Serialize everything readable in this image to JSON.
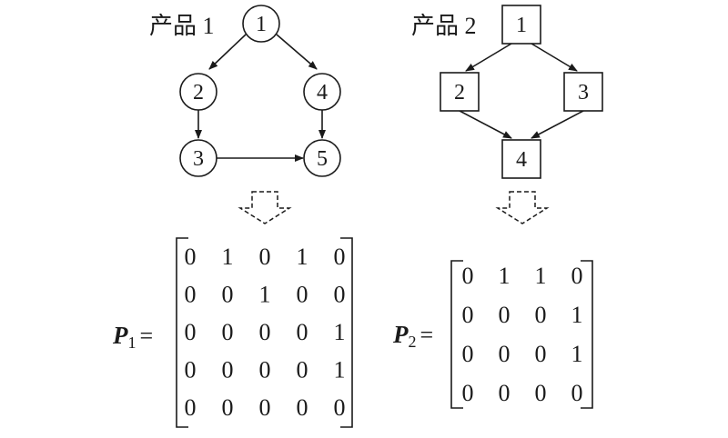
{
  "product1": {
    "label": "产品 1",
    "node_shape": "circle",
    "nodes": [
      "1",
      "2",
      "3",
      "4",
      "5"
    ],
    "edges": [
      [
        "1",
        "2"
      ],
      [
        "1",
        "4"
      ],
      [
        "2",
        "3"
      ],
      [
        "4",
        "5"
      ],
      [
        "3",
        "5"
      ]
    ],
    "matrix_name": "P",
    "matrix_sub": "1",
    "equals": "=",
    "matrix": [
      [
        "0",
        "1",
        "0",
        "1",
        "0"
      ],
      [
        "0",
        "0",
        "1",
        "0",
        "0"
      ],
      [
        "0",
        "0",
        "0",
        "0",
        "1"
      ],
      [
        "0",
        "0",
        "0",
        "0",
        "1"
      ],
      [
        "0",
        "0",
        "0",
        "0",
        "0"
      ]
    ]
  },
  "product2": {
    "label": "产品 2",
    "node_shape": "square",
    "nodes": [
      "1",
      "2",
      "3",
      "4"
    ],
    "edges": [
      [
        "1",
        "2"
      ],
      [
        "1",
        "3"
      ],
      [
        "2",
        "4"
      ],
      [
        "3",
        "4"
      ]
    ],
    "matrix_name": "P",
    "matrix_sub": "2",
    "equals": "=",
    "matrix": [
      [
        "0",
        "1",
        "1",
        "0"
      ],
      [
        "0",
        "0",
        "0",
        "1"
      ],
      [
        "0",
        "0",
        "0",
        "1"
      ],
      [
        "0",
        "0",
        "0",
        "0"
      ]
    ]
  },
  "colors": {
    "stroke": "#1a1a1a",
    "background": "#ffffff"
  }
}
